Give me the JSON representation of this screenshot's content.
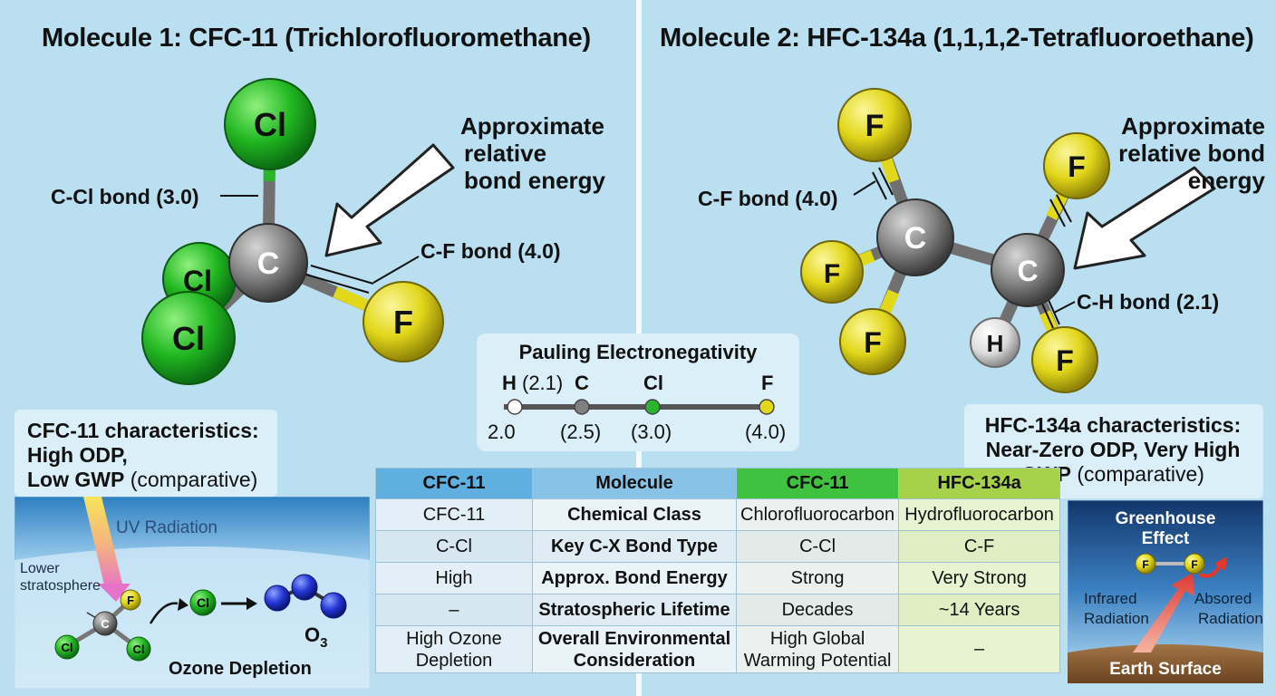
{
  "molecule1": {
    "title": "Molecule 1: CFC-11 (Trichlorofluoromethane)",
    "atoms": {
      "cl_top": "Cl",
      "cl_mid": "Cl",
      "cl_bottom": "Cl",
      "carbon": "C",
      "fluorine": "F"
    },
    "label_ccl": "C-Cl bond (3.0)",
    "label_cf": "C-F bond (4.0)",
    "arrow_note": [
      "Approximate",
      "relative",
      "bond energy"
    ],
    "characteristics": {
      "title": "CFC-11 characteristics:",
      "line2": "High ODP,",
      "line3_bold": "Low GWP",
      "line3_rest": " (comparative)"
    }
  },
  "molecule2": {
    "title": "Molecule 2: HFC-134a (1,1,1,2-Tetrafluoroethane)",
    "atoms": {
      "f1": "F",
      "f2": "F",
      "f3": "F",
      "f4": "F",
      "c1": "C",
      "c2": "C",
      "h": "H"
    },
    "label_cf": "C-F bond (4.0)",
    "label_ch": "C-H bond (2.1)",
    "arrow_note": [
      "Approximate",
      "relative bond",
      "energy"
    ],
    "characteristics": {
      "title": "HFC-134a characteristics:",
      "line2": "Near-Zero ODP, Very High",
      "line3_bold": "GWP",
      "line3_rest": " (comparative)"
    }
  },
  "electronegativity": {
    "title": "Pauling Electronegativity",
    "elements": [
      "H",
      "C",
      "Cl",
      "F"
    ],
    "h_value_label": "(2.1)",
    "scale_labels": [
      "2.0",
      "(2.5)",
      "(3.0)",
      "(4.0)"
    ],
    "colors": {
      "H": "#ffffff",
      "C": "#808080",
      "Cl": "#2ab52a",
      "F": "#e2d81a"
    }
  },
  "ozone_panel": {
    "uv_label": "UV Radiation",
    "lower_label": [
      "Lower",
      "stratosphere"
    ],
    "atoms": {
      "c": "C",
      "f": "F",
      "cl1": "Cl",
      "cl2": "Cl",
      "cl_free": "Cl"
    },
    "o3_label": "O",
    "o3_sub": "3",
    "caption": "Ozone Depletion"
  },
  "greenhouse_panel": {
    "title": [
      "Greenhouse",
      "Effect"
    ],
    "atoms": [
      "F",
      "F"
    ],
    "infrared": [
      "Infrared",
      "Radiation"
    ],
    "absorbed": [
      "Absored",
      "Radiation"
    ],
    "surface": "Earth Surface"
  },
  "table": {
    "headers": [
      "CFC-11",
      "Molecule",
      "CFC-11",
      "HFC-134a"
    ],
    "header_colors": [
      "#5fb0e0",
      "#88c2e6",
      "#3fc23f",
      "#a6d14a"
    ],
    "rows": [
      [
        "CFC-11",
        "Chemical Class",
        "Chlorofluorocarbon",
        "Hydrofluorocarbon"
      ],
      [
        "C-Cl",
        "Key C-X Bond Type",
        "C-Cl",
        "C-F"
      ],
      [
        "High",
        "Approx. Bond Energy",
        "Strong",
        "Very Strong"
      ],
      [
        "–",
        "Stratospheric Lifetime",
        "Decades",
        "~14 Years"
      ],
      [
        "High Ozone Depletion",
        "Overall Environmental Consideration",
        "High Global Warming Potential",
        "–"
      ]
    ]
  }
}
